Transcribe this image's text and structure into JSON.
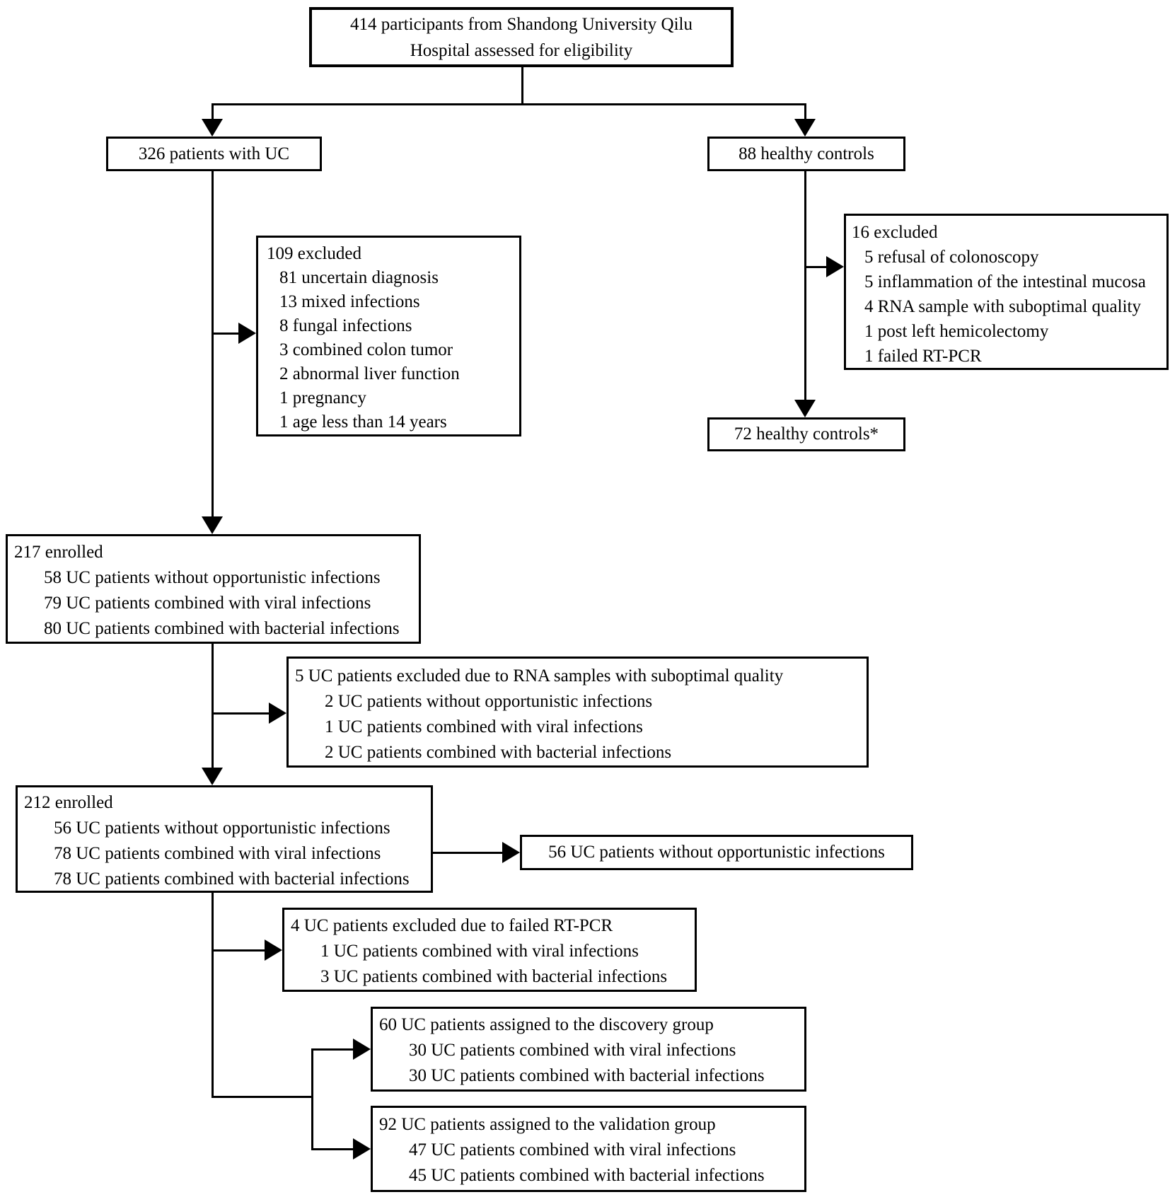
{
  "diagram": {
    "type": "flowchart",
    "background_color": "#ffffff",
    "line_color": "#000000",
    "text_color": "#000000",
    "boxes": {
      "eligibility": {
        "lines": [
          "414 participants from Shandong University Qilu",
          "Hospital assessed for eligibility"
        ]
      },
      "uc_patients": {
        "lines": [
          "326 patients with UC"
        ]
      },
      "healthy_controls": {
        "lines": [
          "88 healthy controls"
        ]
      },
      "uc_excluded": {
        "lines": [
          "109 excluded",
          "81 uncertain diagnosis",
          "13 mixed infections",
          "8 fungal infections",
          "3 combined colon tumor",
          "2 abnormal liver function",
          "1 pregnancy",
          "1 age less than 14 years"
        ]
      },
      "hc_excluded": {
        "lines": [
          "16 excluded",
          "5 refusal of colonoscopy",
          "5 inflammation of the intestinal mucosa",
          "4 RNA sample with suboptimal quality",
          "1 post left hemicolectomy",
          "1 failed RT-PCR"
        ]
      },
      "hc_final": {
        "lines": [
          "72 healthy controls*"
        ]
      },
      "enrolled_217": {
        "lines": [
          "217 enrolled",
          "58 UC patients without opportunistic infections",
          "79 UC patients combined with viral infections",
          "80 UC patients combined with bacterial infections"
        ]
      },
      "excluded_rna": {
        "lines": [
          "5 UC patients excluded due to RNA samples with suboptimal quality",
          "2 UC patients without opportunistic infections",
          "1 UC patients combined with viral infections",
          "2 UC patients combined with bacterial infections"
        ]
      },
      "enrolled_212": {
        "lines": [
          "212 enrolled",
          "56 UC patients without opportunistic infections",
          "78 UC patients combined with viral infections",
          "78 UC patients combined with bacterial infections"
        ]
      },
      "no_opportunistic": {
        "lines": [
          "56 UC patients without opportunistic infections"
        ]
      },
      "excluded_rtpcr": {
        "lines": [
          "4 UC patients excluded due to failed RT-PCR",
          "1 UC patients combined with viral infections",
          "3 UC patients combined with bacterial infections"
        ]
      },
      "discovery_group": {
        "lines": [
          "60 UC patients assigned to the discovery group",
          "30 UC patients combined with viral infections",
          "30 UC patients combined with bacterial infections"
        ]
      },
      "validation_group": {
        "lines": [
          "92 UC patients assigned to the validation group",
          "47 UC patients combined with viral infections",
          "45 UC patients combined with bacterial infections"
        ]
      }
    }
  }
}
